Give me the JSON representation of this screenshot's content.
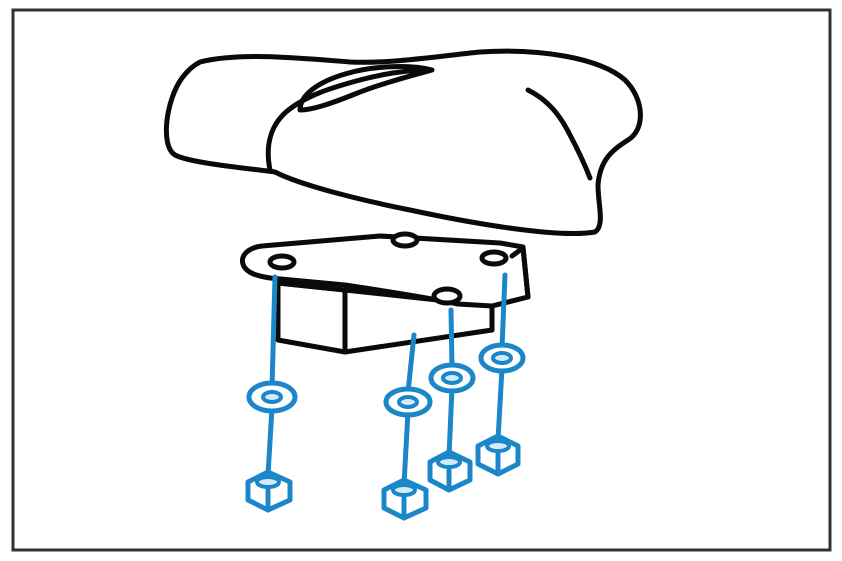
{
  "diagram": {
    "kind": "exploded-assembly",
    "colors": {
      "frame": "#333333",
      "line_art": "#0a0a0a",
      "fasteners": "#1b87c9",
      "background": "#ffffff"
    },
    "parts": [
      {
        "name": "saddle-cushion",
        "icon": "saddle-outline"
      },
      {
        "name": "mounting-plate",
        "icon": "plate-with-4-holes"
      },
      {
        "name": "mounting-block",
        "icon": "rectangular-block"
      }
    ],
    "fastener_count": 4
  }
}
